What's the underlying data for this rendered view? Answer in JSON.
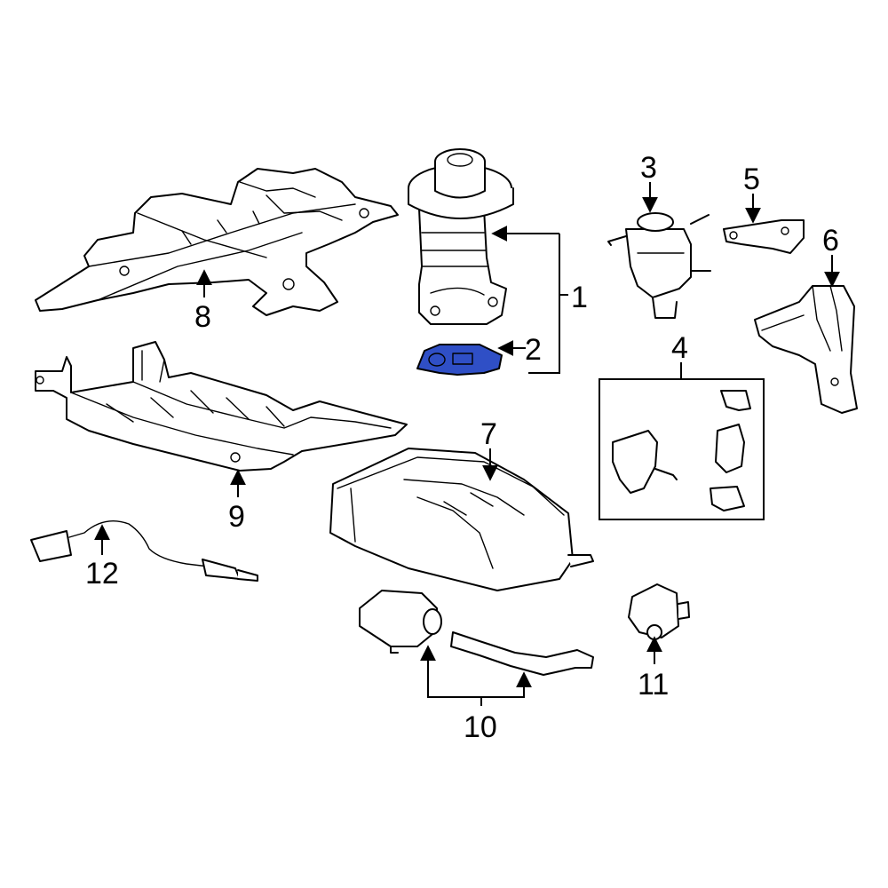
{
  "colors": {
    "highlight": "#2f4fc6",
    "line": "#000000",
    "background": "#ffffff"
  },
  "callouts": {
    "c1": "1",
    "c2": "2",
    "c3": "3",
    "c4": "4",
    "c5": "5",
    "c6": "6",
    "c7": "7",
    "c8": "8",
    "c9": "9",
    "c10": "10",
    "c11": "11",
    "c12": "12"
  },
  "highlighted_part": "2"
}
